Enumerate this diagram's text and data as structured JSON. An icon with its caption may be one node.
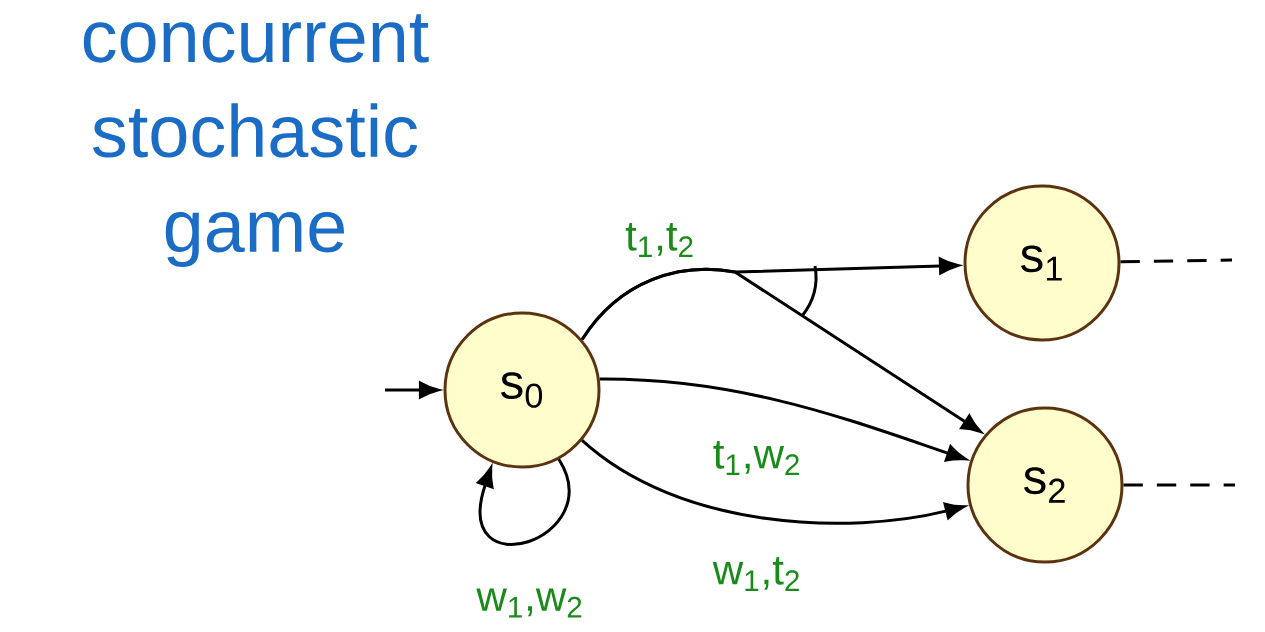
{
  "diagram": {
    "title": "concurrent stochastic game",
    "nodes": [
      {
        "text": [
          "s$_{0}$"
        ]
      },
      {
        "text": [
          "s$_{1}$"
        ]
      },
      {
        "text": [
          "s$_{2}$"
        ]
      }
    ],
    "edges": [
      {
        "from": null,
        "to": 0,
        "arrow": "to"
      },
      {
        "from": 0,
        "to": 0,
        "arrow": "to",
        "label": "w$_{1}$,w$_{2}$"
      },
      {
        "from": 0,
        "to": 1,
        "arrow": "to",
        "label": "t$_{1}$,t$_{2}$"
      },
      {
        "from": 0,
        "to": 2,
        "arrow": "to"
      },
      {
        "from": 0,
        "to": 2,
        "arrow": "to",
        "label": "t$_{1}$,w$_{2}$"
      },
      {
        "from": 0,
        "to": 2,
        "arrow": "to",
        "label": "w$_{1}$,t$_{2}$"
      },
      {
        "from": 1,
        "to": null,
        "arrow": "none",
        "style": "dashed"
      },
      {
        "from": 2,
        "to": null,
        "arrow": "none",
        "style": "dashed"
      }
    ]
  }
}
